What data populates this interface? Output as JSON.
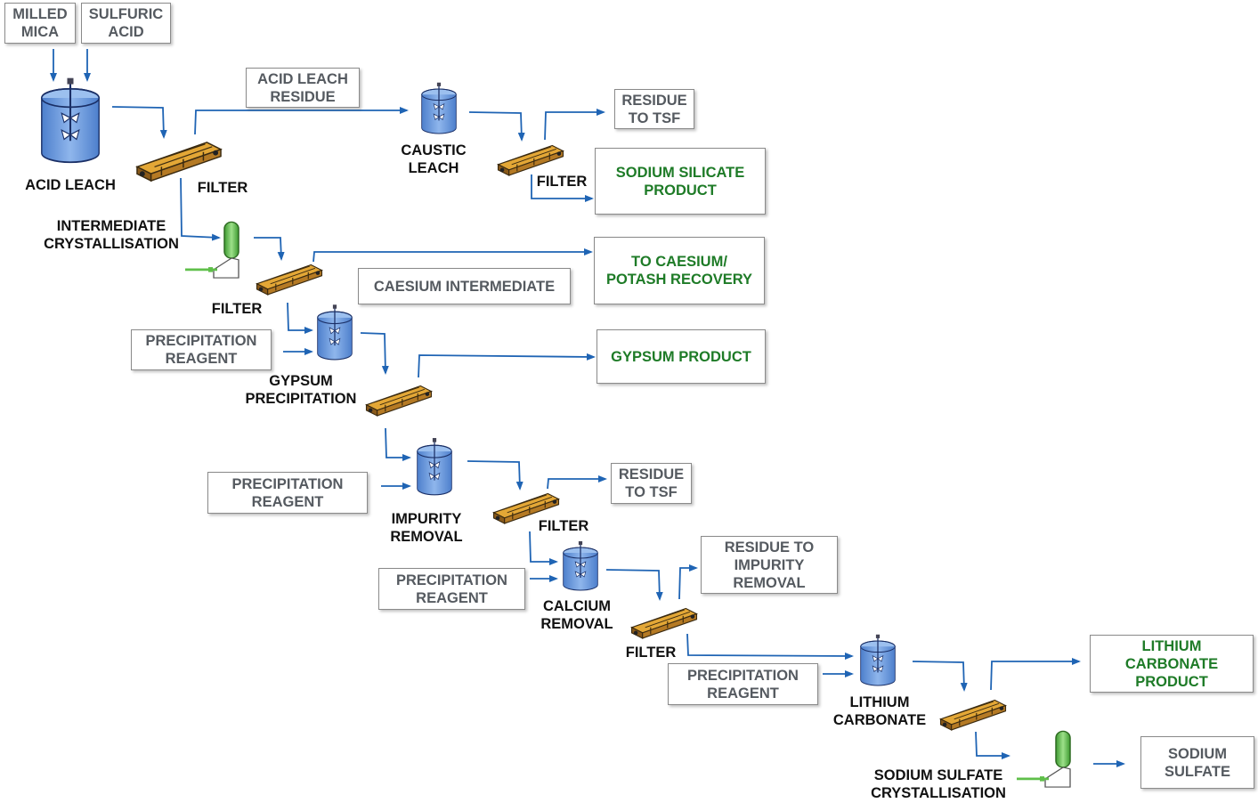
{
  "inputs": {
    "milled_mica": "MILLED\nMICA",
    "sulfuric_acid": "SULFURIC\nACID"
  },
  "reagent_boxes": {
    "acid_leach_residue": "ACID LEACH\nRESIDUE",
    "caesium_intermediate": "CAESIUM INTERMEDIATE",
    "precipitation_reagent_1": "PRECIPITATION\nREAGENT",
    "precipitation_reagent_2": "PRECIPITATION\nREAGENT",
    "precipitation_reagent_3": "PRECIPITATION\nREAGENT",
    "precipitation_reagent_4": "PRECIPITATION\nREAGENT"
  },
  "outputs": {
    "residue_to_tsf_1": "RESIDUE\nTO TSF",
    "sodium_silicate_product": "SODIUM SILICATE\nPRODUCT",
    "to_caesium_potash_recovery": "TO CAESIUM/\nPOTASH RECOVERY",
    "gypsum_product": "GYPSUM PRODUCT",
    "residue_to_tsf_2": "RESIDUE\nTO TSF",
    "residue_to_impurity_removal": "RESIDUE TO\nIMPURITY\nREMOVAL",
    "lithium_carbonate_product": "LITHIUM\nCARBONATE\nPRODUCT",
    "sodium_sulfate": "SODIUM\nSULFATE"
  },
  "unit_labels": {
    "acid_leach": "ACID LEACH",
    "filter_1": "FILTER",
    "caustic_leach": "CAUSTIC\nLEACH",
    "filter_2": "FILTER",
    "intermediate_crystallisation": "INTERMEDIATE\nCRYSTALLISATION",
    "filter_3": "FILTER",
    "gypsum_precipitation": "GYPSUM\nPRECIPITATION",
    "impurity_removal": "IMPURITY\nREMOVAL",
    "filter_4": "FILTER",
    "calcium_removal": "CALCIUM\nREMOVAL",
    "filter_5": "FILTER",
    "lithium_carbonate": "LITHIUM\nCARBONATE",
    "sodium_sulfate_crystallisation": "SODIUM SULFATE\nCRYSTALLISATION"
  },
  "colors": {
    "arrow": "#1f64b4",
    "tank_fill": "#6f9fe0",
    "filter_body": "#d99a2b",
    "crystalliser": "#5fbf4a",
    "product_text": "#1e7b27",
    "feed_text": "#555a60"
  }
}
